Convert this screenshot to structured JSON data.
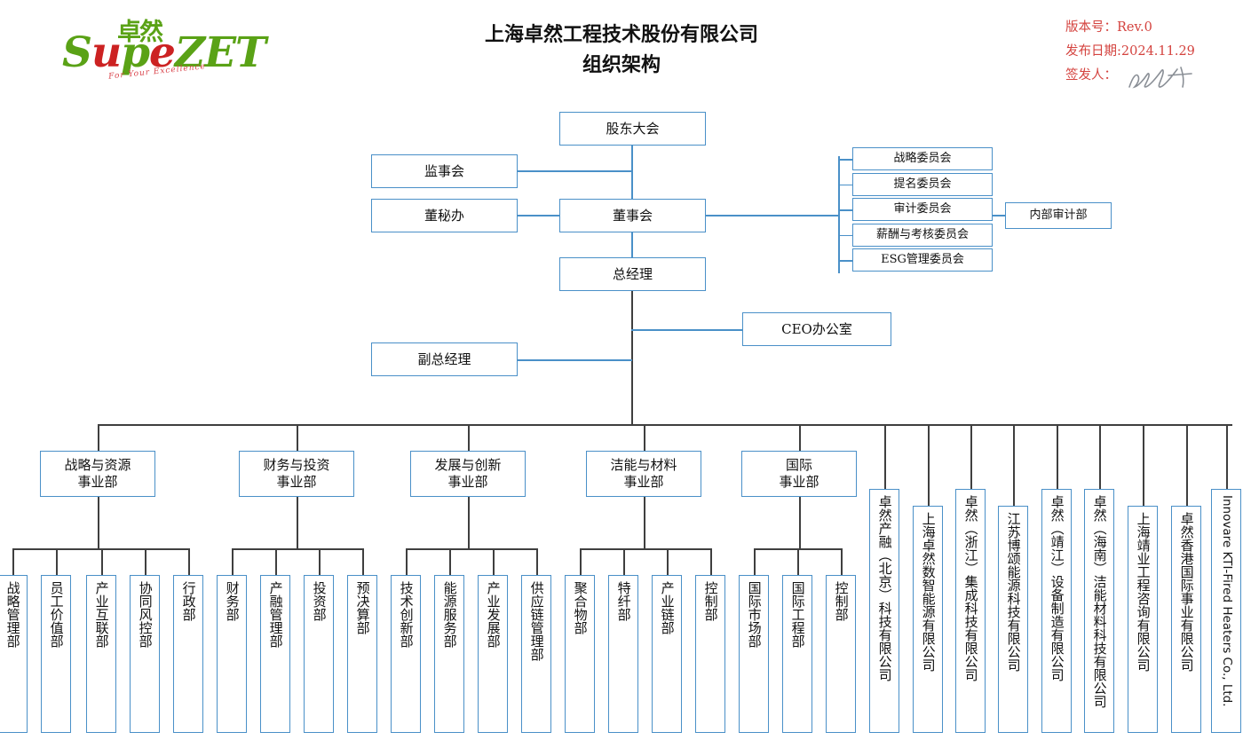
{
  "header": {
    "logo": {
      "cn_mark": "卓然",
      "supe": "Supe",
      "zet": "ZET",
      "tagline": "For Your Excellence"
    },
    "title_line1": "上海卓然工程技术股份有限公司",
    "title_line2": "组织架构",
    "meta": {
      "version_label": "版本号：",
      "version_value": "Rev.0",
      "date_label": "发布日期:",
      "date_value": "2024.11.29",
      "issuer_label": "签发人：",
      "issuer_signature": "handwritten-signature"
    },
    "accent_color": "#d4433f",
    "box_border_color": "#4a90c8",
    "connector_color": "#3f3f3f"
  },
  "chart_data": {
    "type": "diagram",
    "title": "上海卓然工程技术股份有限公司 组织架构",
    "governance": {
      "shareholders": "股东大会",
      "supervisory_board": "监事会",
      "board_secretary_office": "董秘办",
      "board_of_directors": "董事会",
      "general_manager": "总经理",
      "deputy_general_manager": "副总经理",
      "ceo_office": "CEO办公室"
    },
    "committees": [
      "战略委员会",
      "提名委员会",
      "审计委员会",
      "薪酬与考核委员会",
      "ESG管理委员会"
    ],
    "audit_sub": "内部审计部",
    "divisions": [
      {
        "name_line1": "战略与资源",
        "name_line2": "事业部",
        "departments": [
          "战略管理部",
          "员工价值部",
          "产业互联部",
          "协同风控部",
          "行政部"
        ]
      },
      {
        "name_line1": "财务与投资",
        "name_line2": "事业部",
        "departments": [
          "财务部",
          "产融管理部",
          "投资部",
          "预决算部"
        ]
      },
      {
        "name_line1": "发展与创新",
        "name_line2": "事业部",
        "departments": [
          "技术创新部",
          "能源服务部",
          "产业发展部",
          "供应链管理部"
        ]
      },
      {
        "name_line1": "洁能与材料",
        "name_line2": "事业部",
        "departments": [
          "聚合物部",
          "特纤部",
          "产业链部",
          "控制部"
        ]
      },
      {
        "name_line1": "国际",
        "name_line2": "事业部",
        "departments": [
          "国际市场部",
          "国际工程部",
          "控制部"
        ]
      }
    ],
    "subsidiaries": [
      "卓然产融（北京）科技有限公司",
      "上海卓然数智能源有限公司",
      "卓然（浙江）集成科技有限公司",
      "江苏博颂能源科技有限公司",
      "卓然（靖江）设备制造有限公司",
      "卓然（海南）洁能材料科技有限公司",
      "上海靖业工程咨询有限公司",
      "卓然香港国际事业有限公司",
      "Innovare KTI-Fired Heaters Co., Ltd."
    ]
  }
}
